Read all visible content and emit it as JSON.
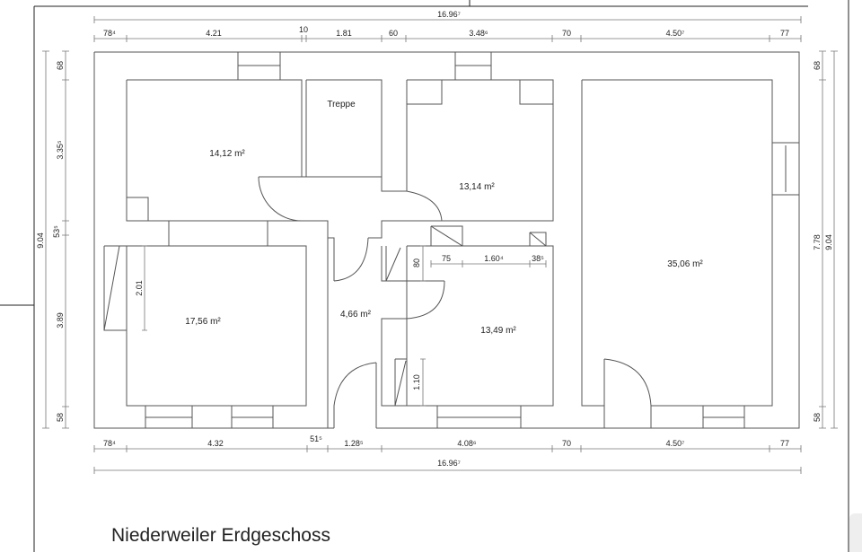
{
  "title": "Niederweiler Erdgeschoss",
  "rooms": {
    "room_nw": "14,12 m²",
    "stairs": "Treppe",
    "room_ne": "13,14 m²",
    "room_sw": "17,56 m²",
    "hall": "4,66 m²",
    "room_se": "13,49 m²",
    "living": "35,06 m²"
  },
  "dimensions": {
    "top_total": "16.96⁷",
    "top": [
      "78⁴",
      "4.21",
      "10",
      "1.81",
      "60",
      "3.48⁶",
      "70",
      "4.50⁷",
      "77"
    ],
    "bottom": [
      "78⁴",
      "4.32",
      "51⁵",
      "1.28⁵",
      "4.08⁶",
      "70",
      "4.50⁷",
      "77"
    ],
    "bottom_total": "16.96⁷",
    "left": [
      "68",
      "3.35⁵",
      "53⁵",
      "3.89",
      "58"
    ],
    "left_total": "9.04",
    "right": [
      "68",
      "7.78",
      "58"
    ],
    "right_total": "9.04",
    "inner": {
      "closet_h": [
        "75",
        "1.60⁴",
        "38⁵"
      ],
      "closet_v": "80",
      "sw_window": "2.01",
      "se_window": "1.10"
    }
  }
}
